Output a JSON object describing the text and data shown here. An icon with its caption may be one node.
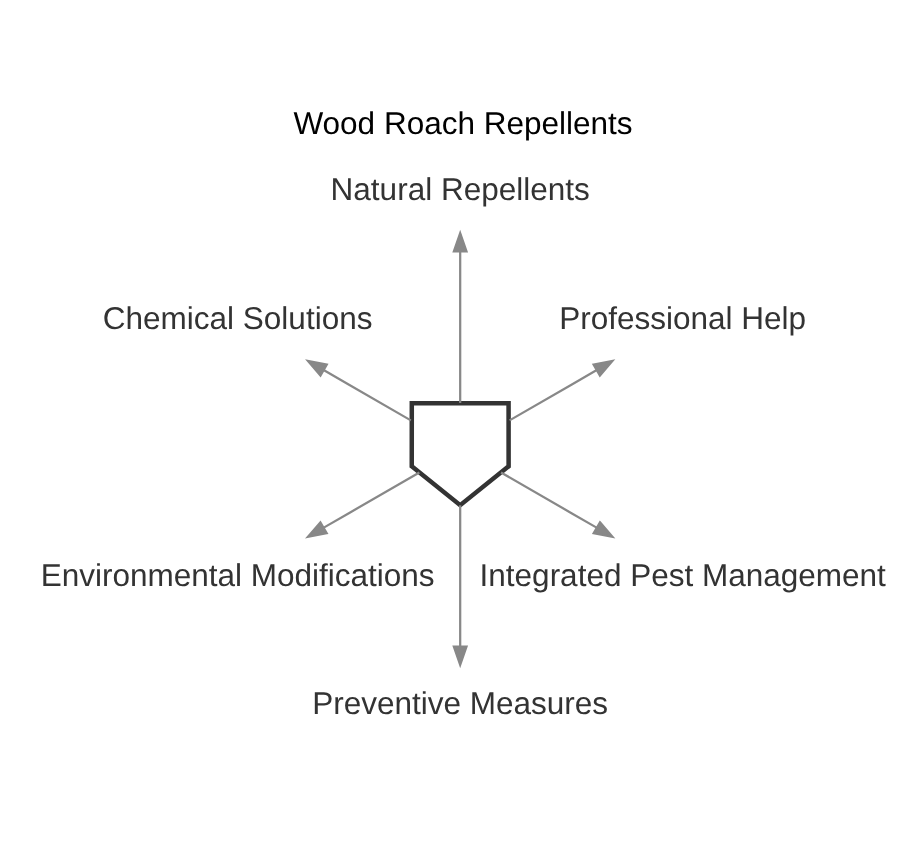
{
  "diagram": {
    "title": "Wood Roach Repellents",
    "nodes": [
      {
        "text": [],
        "shape": "shield"
      },
      {
        "text": [
          "Professional Help"
        ]
      },
      {
        "text": [
          "Natural Repellents"
        ]
      },
      {
        "text": [
          "Chemical Solutions"
        ]
      },
      {
        "text": [
          "Environmental Modifications"
        ]
      },
      {
        "text": [
          "Preventive Measures"
        ]
      },
      {
        "text": [
          "Integrated Pest Management"
        ]
      }
    ],
    "edges": [
      {
        "from": 0,
        "to": 1,
        "arrow": "to"
      },
      {
        "from": 0,
        "to": 2,
        "arrow": "to"
      },
      {
        "from": 0,
        "to": 3,
        "arrow": "to"
      },
      {
        "from": 0,
        "to": 4,
        "arrow": "to"
      },
      {
        "from": 0,
        "to": 5,
        "arrow": "to"
      },
      {
        "from": 0,
        "to": 6,
        "arrow": "to"
      }
    ]
  }
}
